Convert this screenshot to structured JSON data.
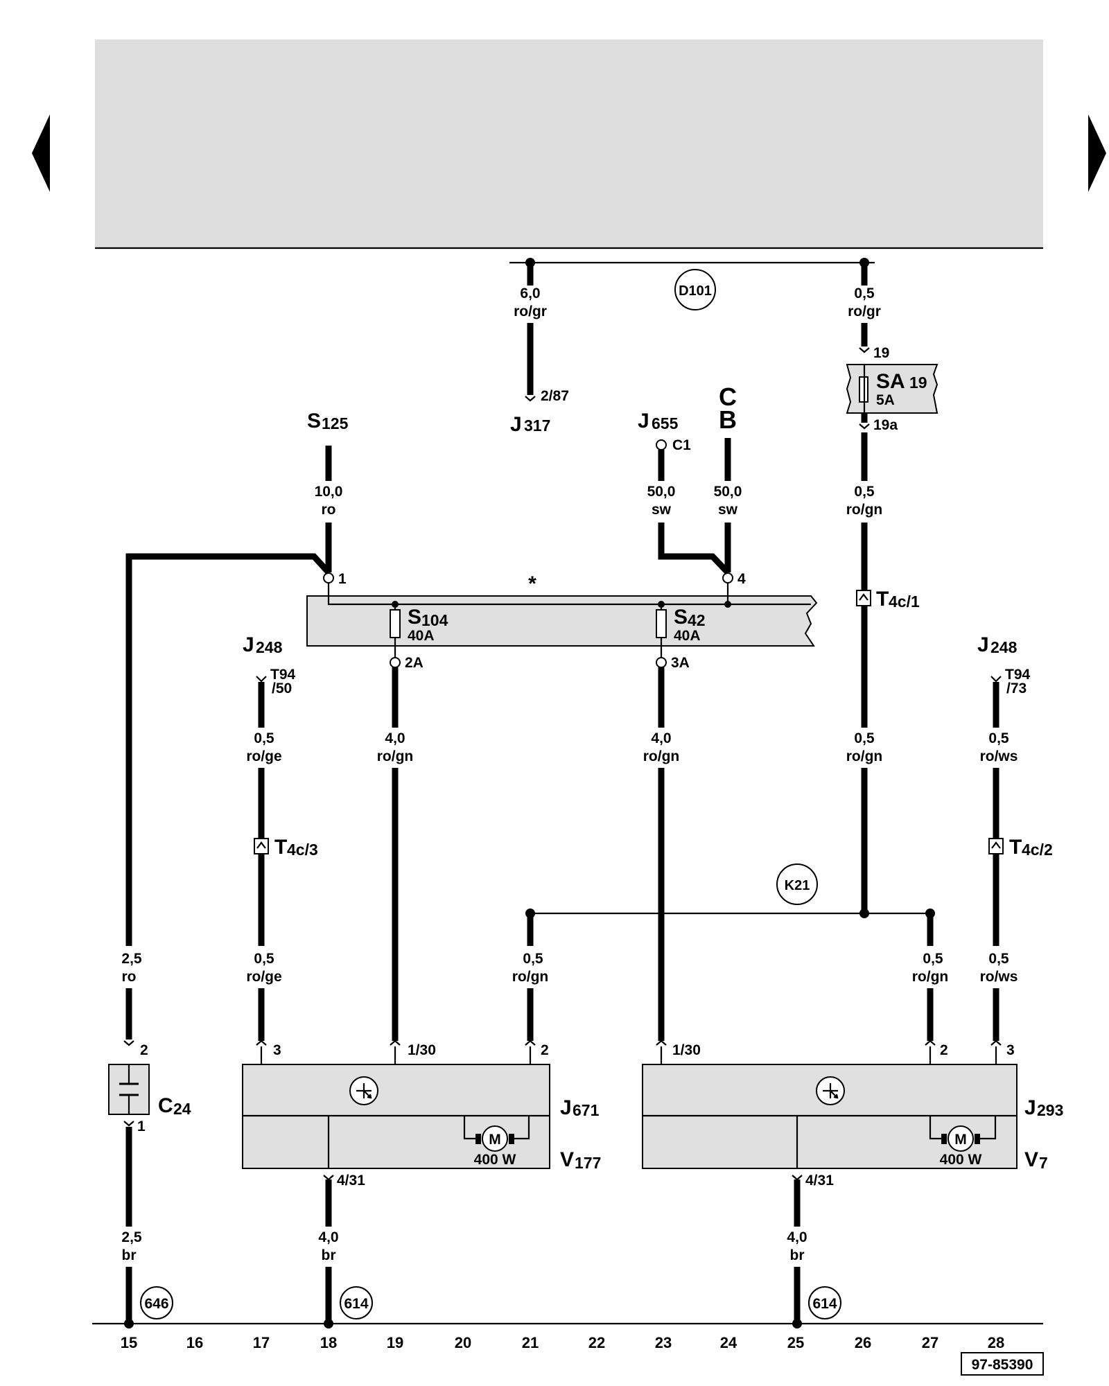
{
  "nav": {
    "prev_icon": "triangle-left-icon",
    "next_icon": "triangle-right-icon"
  },
  "diagram": {
    "top_wires": {
      "left": {
        "size": "6,0",
        "color": "ro/gr",
        "pin": "2/87",
        "component": "J",
        "sub": "317"
      },
      "right": {
        "size": "0,5",
        "color": "ro/gr",
        "pin_top": "19",
        "pin_bottom": "19a"
      },
      "connector_node": "D101"
    },
    "fuse_sa19": {
      "name": "SA",
      "sub": "19",
      "rating": "5A"
    },
    "s125": {
      "name": "S",
      "sub": "125",
      "size": "10,0",
      "color": "ro",
      "pin": "1"
    },
    "j655": {
      "name": "J",
      "sub": "655",
      "pin": "C1",
      "size": "50,0",
      "color": "sw"
    },
    "cb": {
      "c": "C",
      "b": "B",
      "size": "50,0",
      "color": "sw",
      "pin": "4"
    },
    "fuse_box": {
      "star": "*",
      "s104": {
        "name": "S",
        "sub": "104",
        "rating": "40A",
        "pin": "2A"
      },
      "s42": {
        "name": "S",
        "sub": "42",
        "rating": "40A",
        "pin": "3A"
      }
    },
    "right_feed": {
      "size": "0,5",
      "color": "ro/gn",
      "connector": "T",
      "connector_sub": "4c/1",
      "size2": "0,5",
      "color2": "ro/gn"
    },
    "j248_left": {
      "name": "J",
      "sub": "248",
      "pin_a": "T94",
      "pin_b": "/50",
      "size": "0,5",
      "color": "ro/ge",
      "connector": "T",
      "connector_sub": "4c/3",
      "size2": "0,5",
      "color2": "ro/ge"
    },
    "j248_right": {
      "name": "J",
      "sub": "248",
      "pin_a": "T94",
      "pin_b": "/73",
      "size": "0,5",
      "color": "ro/ws",
      "connector": "T",
      "connector_sub": "4c/2",
      "size2": "0,5",
      "color2": "ro/ws"
    },
    "s104_wire": {
      "size": "4,0",
      "color": "ro/gn"
    },
    "s42_wire": {
      "size": "4,0",
      "color": "ro/gn"
    },
    "k21": {
      "node": "K21",
      "left_size": "0,5",
      "left_color": "ro/gn",
      "right_size": "0,5",
      "right_color": "ro/gn"
    },
    "c24_wire": {
      "size": "2,5",
      "color": "ro",
      "pin_top": "2",
      "pin_bottom": "1",
      "name": "C",
      "sub": "24",
      "size2": "2,5",
      "color2": "br",
      "ground": "646"
    },
    "j671": {
      "name": "J",
      "sub": "671",
      "motor_name": "V",
      "motor_sub": "177",
      "pin_3": "3",
      "pin_130": "1/30",
      "pin_2": "2",
      "pin_431": "4/31",
      "power": "400 W",
      "motor_label": "M",
      "gnd_size": "4,0",
      "gnd_color": "br",
      "ground": "614"
    },
    "j293": {
      "name": "J",
      "sub": "293",
      "motor_name": "V",
      "motor_sub": "7",
      "pin_130": "1/30",
      "pin_2": "2",
      "pin_3": "3",
      "pin_431": "4/31",
      "power": "400 W",
      "motor_label": "M",
      "gnd_size": "4,0",
      "gnd_color": "br",
      "ground": "614"
    },
    "columns": [
      "15",
      "16",
      "17",
      "18",
      "19",
      "20",
      "21",
      "22",
      "23",
      "24",
      "25",
      "26",
      "27",
      "28"
    ],
    "doc_id": "97-85390"
  }
}
